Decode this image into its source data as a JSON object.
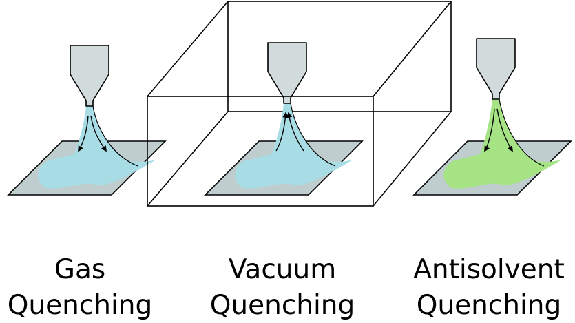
{
  "colors": {
    "nozzle": "#d1dbdc",
    "substrate": "#bfcdcf",
    "gas_flow": "#a8dde6",
    "antisolvent_flow": "#a5e384",
    "outline": "#000000"
  },
  "panels": [
    {
      "id": "gas",
      "caption_line1": "Gas",
      "caption_line2": "Quenching",
      "flow": "gas_flow",
      "enclosed": false,
      "arrow_direction": "down"
    },
    {
      "id": "vacuum",
      "caption_line1": "Vacuum",
      "caption_line2": "Quenching",
      "flow": "gas_flow",
      "enclosed": true,
      "arrow_direction": "up"
    },
    {
      "id": "antisolvent",
      "caption_line1": "Antisolvent",
      "caption_line2": "Quenching",
      "flow": "antisolvent_flow",
      "enclosed": false,
      "arrow_direction": "down"
    }
  ]
}
